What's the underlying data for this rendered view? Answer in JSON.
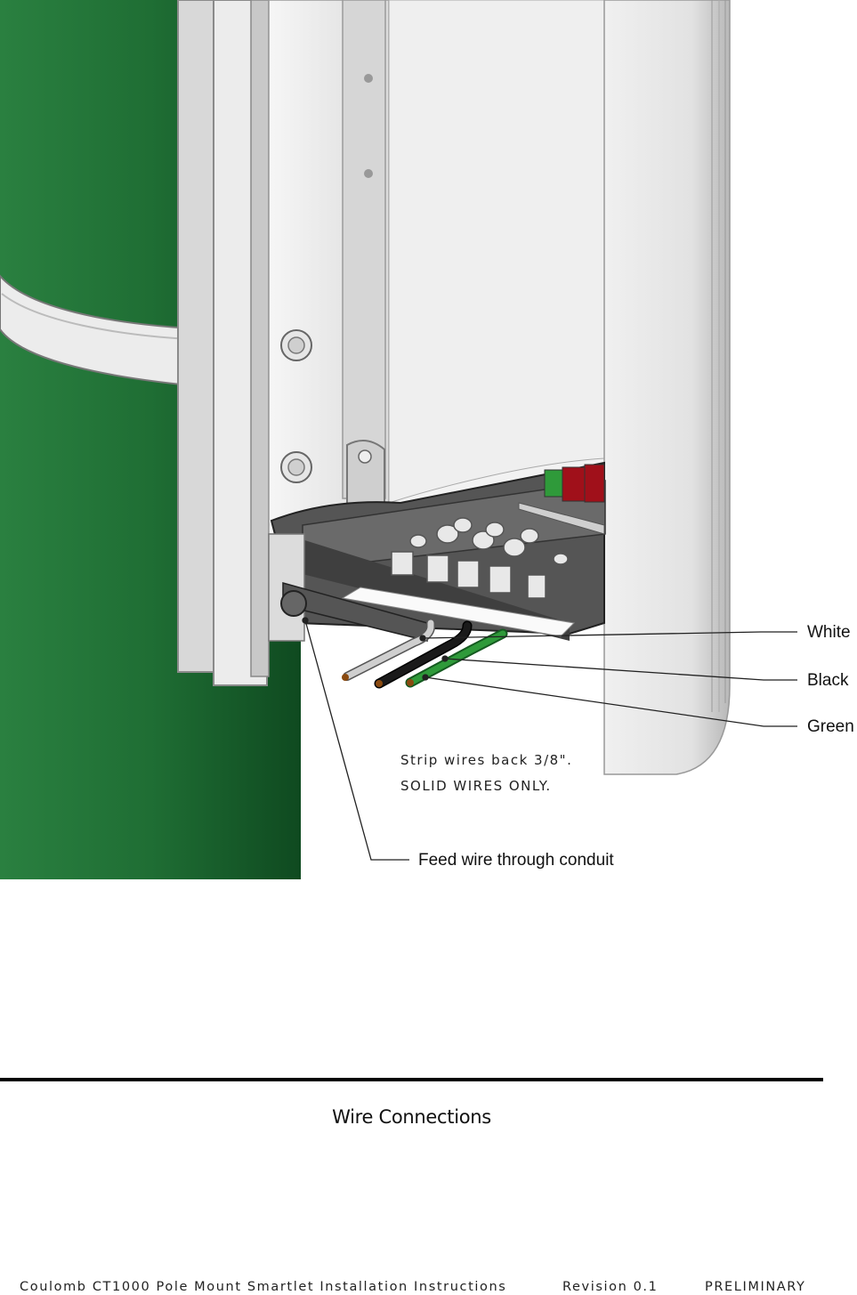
{
  "figure": {
    "callouts": {
      "white": "White",
      "black": "Black",
      "green": "Green",
      "feed": "Feed wire through conduit"
    },
    "note_line1": "Strip wires back 3/8\".",
    "note_line2": "SOLID WIRES ONLY.",
    "colors": {
      "pole": "#1f6e34",
      "pole_shadow": "#0f4a20",
      "housing": "#e8e8e8",
      "wire_white": "#cfcfcf",
      "wire_black": "#1a1a1a",
      "wire_green": "#2f9a3a"
    }
  },
  "caption": "Wire Connections",
  "footer": {
    "title": "Coulomb CT1000 Pole Mount Smartlet Installation Instructions",
    "revision": "Revision 0.1",
    "status": "PRELIMINARY"
  }
}
